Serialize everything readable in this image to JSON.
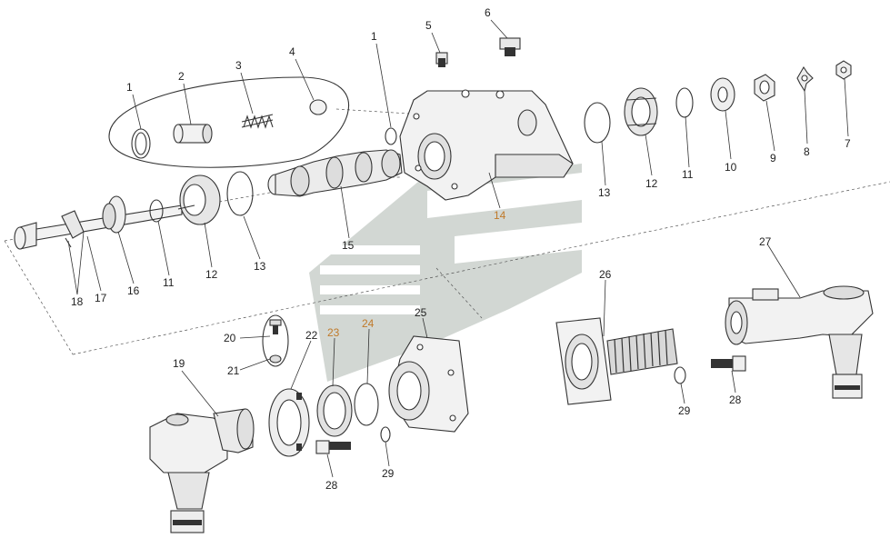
{
  "callouts": [
    {
      "id": "c1a",
      "text": "1"
    },
    {
      "id": "c2",
      "text": "2"
    },
    {
      "id": "c3",
      "text": "3"
    },
    {
      "id": "c4",
      "text": "4"
    },
    {
      "id": "c1b",
      "text": "1"
    },
    {
      "id": "c5",
      "text": "5"
    },
    {
      "id": "c6",
      "text": "6"
    },
    {
      "id": "c13a",
      "text": "13"
    },
    {
      "id": "c12a",
      "text": "12"
    },
    {
      "id": "c11a",
      "text": "11"
    },
    {
      "id": "c10",
      "text": "10"
    },
    {
      "id": "c9",
      "text": "9"
    },
    {
      "id": "c8",
      "text": "8"
    },
    {
      "id": "c7",
      "text": "7"
    },
    {
      "id": "c14",
      "text": "14"
    },
    {
      "id": "c15",
      "text": "15"
    },
    {
      "id": "c18",
      "text": "18"
    },
    {
      "id": "c17",
      "text": "17"
    },
    {
      "id": "c16",
      "text": "16"
    },
    {
      "id": "c11b",
      "text": "11"
    },
    {
      "id": "c12b",
      "text": "12"
    },
    {
      "id": "c13b",
      "text": "13"
    },
    {
      "id": "c27",
      "text": "27"
    },
    {
      "id": "c26",
      "text": "26"
    },
    {
      "id": "c20",
      "text": "20"
    },
    {
      "id": "c21",
      "text": "21"
    },
    {
      "id": "c22",
      "text": "22"
    },
    {
      "id": "c23",
      "text": "23"
    },
    {
      "id": "c24",
      "text": "24"
    },
    {
      "id": "c25",
      "text": "25"
    },
    {
      "id": "c19",
      "text": "19"
    },
    {
      "id": "c28a",
      "text": "28"
    },
    {
      "id": "c29a",
      "text": "29"
    },
    {
      "id": "c29b",
      "text": "29"
    },
    {
      "id": "c28b",
      "text": "28"
    }
  ],
  "colors": {
    "line": "#333333",
    "part_fill": "#f2f2f2",
    "part_shade": "#cfcfcf",
    "watermark": "#d2d7d3",
    "label_orange": "#c07a2a"
  }
}
